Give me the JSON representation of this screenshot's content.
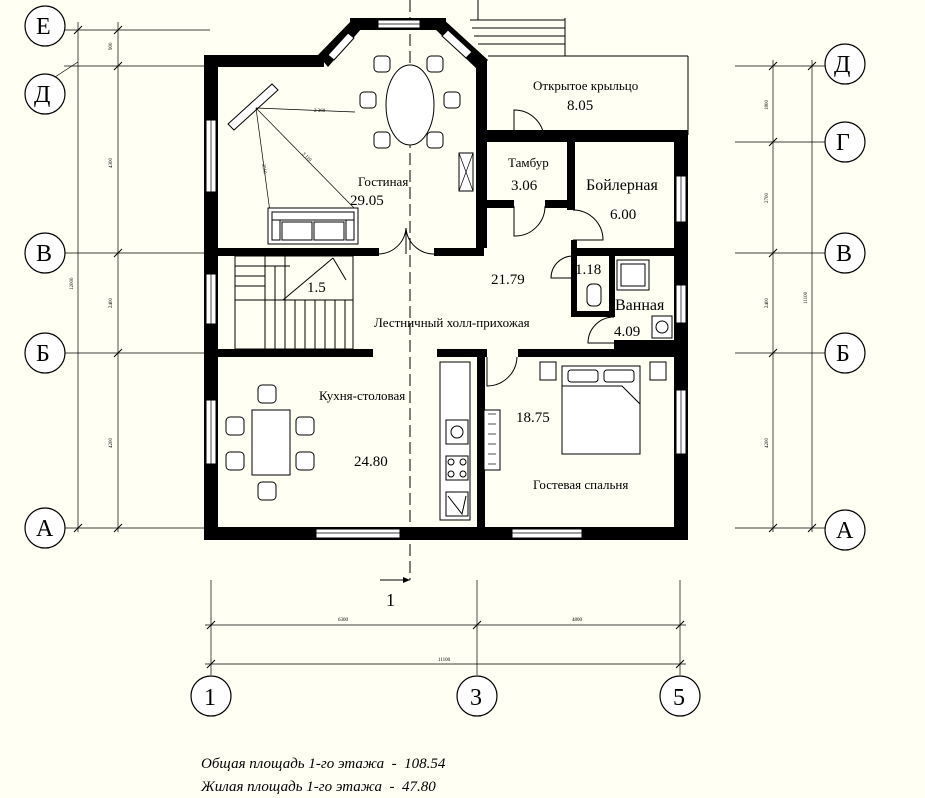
{
  "axes": {
    "left": [
      "Е",
      "Д",
      "В",
      "Б",
      "А"
    ],
    "right": [
      "Д",
      "Г",
      "В",
      "Б",
      "А"
    ],
    "bottom": [
      "1",
      "3",
      "5"
    ]
  },
  "section_mark": "1",
  "dimensions": {
    "left_segments": [
      "900",
      "4300",
      "2400",
      "4200"
    ],
    "left_total": "12000",
    "right_segments": [
      "1800",
      "2700",
      "2400",
      "4200"
    ],
    "right_total": "11100",
    "bottom_segments": [
      "6300",
      "4800"
    ],
    "bottom_total": "11100",
    "sofa_lines": [
      "2 360",
      "3510",
      "3 110"
    ]
  },
  "rooms": {
    "living": {
      "name": "Гостиная",
      "area": "29.05"
    },
    "porch": {
      "name": "Открытое крыльцо",
      "area": "8.05"
    },
    "vestibule": {
      "name": "Тамбур",
      "area": "3.06"
    },
    "boiler": {
      "name": "Бойлерная",
      "area": "6.00"
    },
    "hall": {
      "name": "Лестничный холл-прихожая",
      "area": "21.79"
    },
    "stair_area": "1.5",
    "wc_area": "1.18",
    "bath": {
      "name": "Ванная",
      "area": "4.09"
    },
    "kitchen": {
      "name": "Кухня-столовая",
      "area": "24.80"
    },
    "bedroom": {
      "name": "Гостевая спальня",
      "area": "18.75"
    }
  },
  "totals": {
    "total_label": "Общая площадь 1-го этажа  -  108.54",
    "living_label": "Жилая площадь 1-го этажа  -  47.80"
  }
}
